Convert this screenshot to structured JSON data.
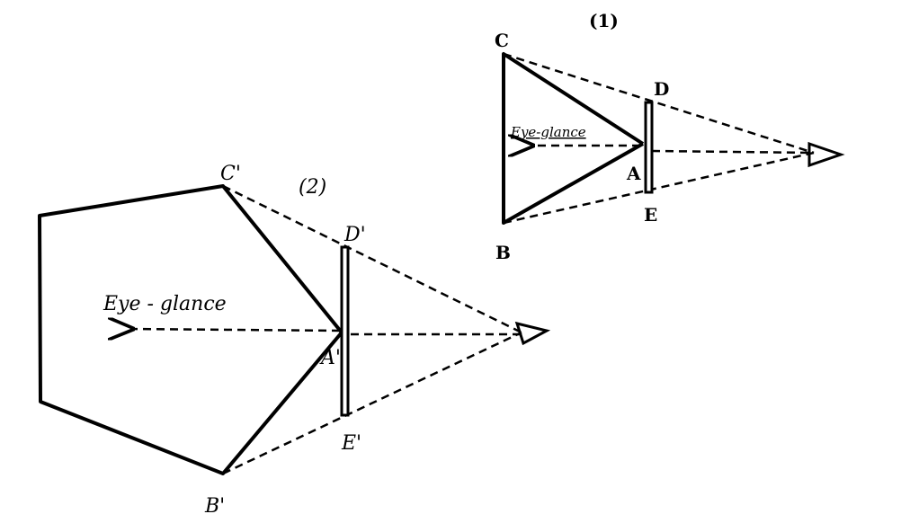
{
  "figure1": {
    "number": "(1)",
    "labels": {
      "C": "C",
      "D": "D",
      "A": "A",
      "E": "E",
      "B": "B"
    },
    "caption": "Eye-glance"
  },
  "figure2": {
    "number": "(2)",
    "labels": {
      "C": "C'",
      "D": "D'",
      "A": "A'",
      "E": "E'",
      "B": "B'"
    },
    "caption": "Eye - glance"
  }
}
